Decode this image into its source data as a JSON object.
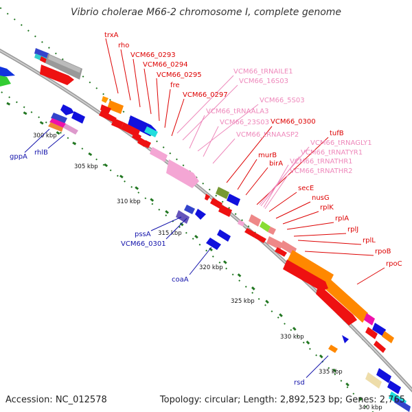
{
  "title": "Vibrio cholerae M66-2 chromosome I, complete genome",
  "footer": {
    "accession": "Accession: NC_012578",
    "topology": "Topology: circular; Length: 2,892,523 bp; Genes: 2,765"
  },
  "colors": {
    "red_label": "#dd0000",
    "pink_label": "#ee88bb",
    "blue_label": "#1111aa",
    "tick": "#227722",
    "backbone": "#aaaaaa"
  },
  "kbp_ticks": [
    "300 kbp",
    "305 kbp",
    "310 kbp",
    "315 kbp",
    "320 kbp",
    "325 kbp",
    "330 kbp",
    "335 kbp",
    "340 kbp"
  ],
  "red_labels": [
    "trxA",
    "rho",
    "VCM66_0293",
    "VCM66_0294",
    "VCM66_0295",
    "fre",
    "VCM66_0297",
    "VCM66_0300",
    "murB",
    "birA",
    "tufB",
    "secE",
    "nusG",
    "rplK",
    "rplA",
    "rplJ",
    "rplL",
    "rpoB",
    "rpoC"
  ],
  "pink_labels": [
    "VCM66_tRNAILE1",
    "VCM66_16S03",
    "VCM66_5S03",
    "VCM66_tRNAALA3",
    "VCM66_23S03",
    "VCM66_tRNAASP2",
    "VCM66_tRNAGLY1",
    "VCM66_tRNATYR1",
    "VCM66_tRNATHR1",
    "VCM66_tRNATHR2"
  ],
  "blue_labels": [
    "gppA",
    "rhlB",
    "pssA",
    "VCM66_0301",
    "coaA",
    "rsd"
  ]
}
